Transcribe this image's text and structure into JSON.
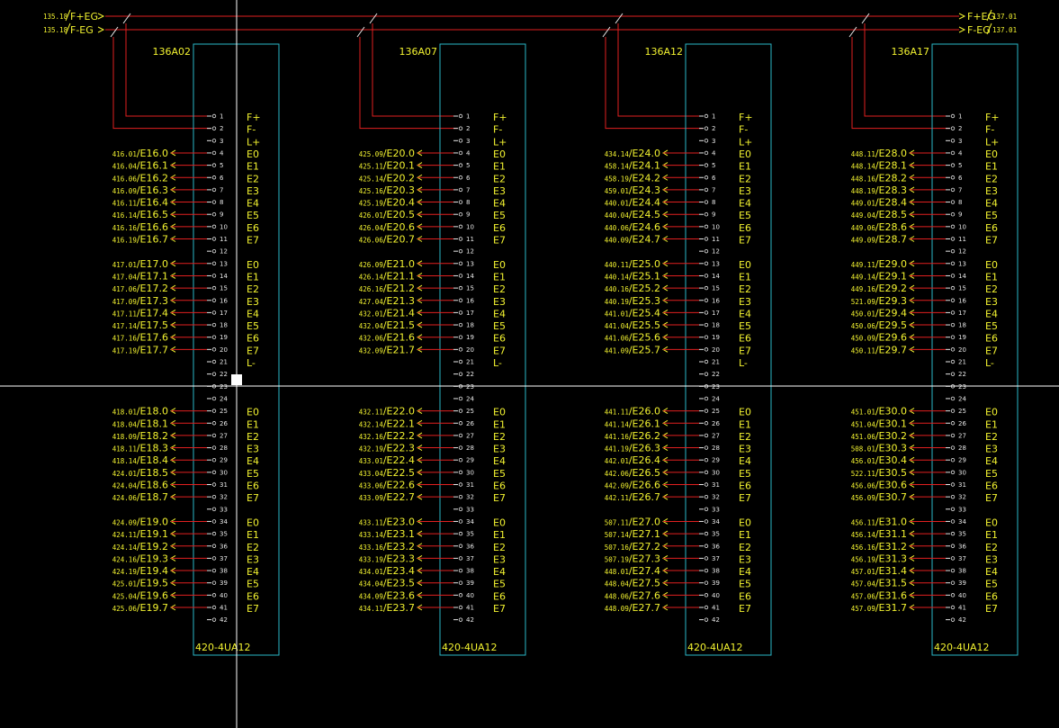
{
  "colors": {
    "background": "#000000",
    "wire_red": "#e02020",
    "label_yellow": "#f2f230",
    "module_cyan": "#2ab7c9",
    "pin_white": "#e8e8e8",
    "cursor": "#ffffff"
  },
  "bus": {
    "left": [
      {
        "ref": "135.18",
        "name": "F+EG"
      },
      {
        "ref": "135.18",
        "name": "F-EG"
      }
    ],
    "right": [
      {
        "ref": "137.01",
        "name": "F+EG"
      },
      {
        "ref": "137.01",
        "name": "F-EG"
      }
    ]
  },
  "module_type": "420-4UA12",
  "pin_functions": {
    "1": "F+",
    "2": "F-",
    "3": "L+",
    "4": "E0",
    "5": "E1",
    "6": "E2",
    "7": "E3",
    "8": "E4",
    "9": "E5",
    "10": "E6",
    "11": "E7",
    "13": "E0",
    "14": "E1",
    "15": "E2",
    "16": "E3",
    "17": "E4",
    "18": "E5",
    "19": "E6",
    "20": "E7",
    "21": "L-",
    "25": "E0",
    "26": "E1",
    "27": "E2",
    "28": "E3",
    "29": "E4",
    "30": "E5",
    "31": "E6",
    "32": "E7",
    "34": "E0",
    "35": "E1",
    "36": "E2",
    "37": "E3",
    "38": "E4",
    "39": "E5",
    "40": "E6",
    "41": "E7"
  },
  "modules": [
    {
      "id": "136A02",
      "groups": [
        {
          "pins": [
            4,
            5,
            6,
            7,
            8,
            9,
            10,
            11
          ],
          "refs": [
            "416.01",
            "416.04",
            "416.06",
            "416.09",
            "416.11",
            "416.14",
            "416.16",
            "416.19"
          ],
          "addr": [
            "E16.0",
            "E16.1",
            "E16.2",
            "E16.3",
            "E16.4",
            "E16.5",
            "E16.6",
            "E16.7"
          ]
        },
        {
          "pins": [
            13,
            14,
            15,
            16,
            17,
            18,
            19,
            20
          ],
          "refs": [
            "417.01",
            "417.04",
            "417.06",
            "417.09",
            "417.11",
            "417.14",
            "417.16",
            "417.19"
          ],
          "addr": [
            "E17.0",
            "E17.1",
            "E17.2",
            "E17.3",
            "E17.4",
            "E17.5",
            "E17.6",
            "E17.7"
          ]
        },
        {
          "pins": [
            25,
            26,
            27,
            28,
            29,
            30,
            31,
            32
          ],
          "refs": [
            "418.01",
            "418.04",
            "418.09",
            "418.11",
            "418.14",
            "424.01",
            "424.04",
            "424.06"
          ],
          "addr": [
            "E18.0",
            "E18.1",
            "E18.2",
            "E18.3",
            "E18.4",
            "E18.5",
            "E18.6",
            "E18.7"
          ]
        },
        {
          "pins": [
            34,
            35,
            36,
            37,
            38,
            39,
            40,
            41
          ],
          "refs": [
            "424.09",
            "424.11",
            "424.14",
            "424.16",
            "424.19",
            "425.01",
            "425.04",
            "425.06"
          ],
          "addr": [
            "E19.0",
            "E19.1",
            "E19.2",
            "E19.3",
            "E19.4",
            "E19.5",
            "E19.6",
            "E19.7"
          ]
        }
      ]
    },
    {
      "id": "136A07",
      "groups": [
        {
          "pins": [
            4,
            5,
            6,
            7,
            8,
            9,
            10,
            11
          ],
          "refs": [
            "425.09",
            "425.11",
            "425.14",
            "425.16",
            "425.19",
            "426.01",
            "426.04",
            "426.06"
          ],
          "addr": [
            "E20.0",
            "E20.1",
            "E20.2",
            "E20.3",
            "E20.4",
            "E20.5",
            "E20.6",
            "E20.7"
          ]
        },
        {
          "pins": [
            13,
            14,
            15,
            16,
            17,
            18,
            19,
            20
          ],
          "refs": [
            "426.09",
            "426.14",
            "426.16",
            "427.04",
            "432.01",
            "432.04",
            "432.06",
            "432.09"
          ],
          "addr": [
            "E21.0",
            "E21.1",
            "E21.2",
            "E21.3",
            "E21.4",
            "E21.5",
            "E21.6",
            "E21.7"
          ]
        },
        {
          "pins": [
            25,
            26,
            27,
            28,
            29,
            30,
            31,
            32
          ],
          "refs": [
            "432.11",
            "432.14",
            "432.16",
            "432.19",
            "433.01",
            "433.04",
            "433.06",
            "433.09"
          ],
          "addr": [
            "E22.0",
            "E22.1",
            "E22.2",
            "E22.3",
            "E22.4",
            "E22.5",
            "E22.6",
            "E22.7"
          ]
        },
        {
          "pins": [
            34,
            35,
            36,
            37,
            38,
            39,
            40,
            41
          ],
          "refs": [
            "433.11",
            "433.14",
            "433.16",
            "433.19",
            "434.01",
            "434.04",
            "434.09",
            "434.11"
          ],
          "addr": [
            "E23.0",
            "E23.1",
            "E23.2",
            "E23.3",
            "E23.4",
            "E23.5",
            "E23.6",
            "E23.7"
          ]
        }
      ]
    },
    {
      "id": "136A12",
      "groups": [
        {
          "pins": [
            4,
            5,
            6,
            7,
            8,
            9,
            10,
            11
          ],
          "refs": [
            "434.14",
            "458.14",
            "458.19",
            "459.01",
            "440.01",
            "440.04",
            "440.06",
            "440.09"
          ],
          "addr": [
            "E24.0",
            "E24.1",
            "E24.2",
            "E24.3",
            "E24.4",
            "E24.5",
            "E24.6",
            "E24.7"
          ]
        },
        {
          "pins": [
            13,
            14,
            15,
            16,
            17,
            18,
            19,
            20
          ],
          "refs": [
            "440.11",
            "440.14",
            "440.16",
            "440.19",
            "441.01",
            "441.04",
            "441.06",
            "441.09"
          ],
          "addr": [
            "E25.0",
            "E25.1",
            "E25.2",
            "E25.3",
            "E25.4",
            "E25.5",
            "E25.6",
            "E25.7"
          ]
        },
        {
          "pins": [
            25,
            26,
            27,
            28,
            29,
            30,
            31,
            32
          ],
          "refs": [
            "441.11",
            "441.14",
            "441.16",
            "441.19",
            "442.01",
            "442.06",
            "442.09",
            "442.11"
          ],
          "addr": [
            "E26.0",
            "E26.1",
            "E26.2",
            "E26.3",
            "E26.4",
            "E26.5",
            "E26.6",
            "E26.7"
          ]
        },
        {
          "pins": [
            34,
            35,
            36,
            37,
            38,
            39,
            40,
            41
          ],
          "refs": [
            "507.11",
            "507.14",
            "507.16",
            "507.19",
            "448.01",
            "448.04",
            "448.06",
            "448.09"
          ],
          "addr": [
            "E27.0",
            "E27.1",
            "E27.2",
            "E27.3",
            "E27.4",
            "E27.5",
            "E27.6",
            "E27.7"
          ]
        }
      ]
    },
    {
      "id": "136A17",
      "groups": [
        {
          "pins": [
            4,
            5,
            6,
            7,
            8,
            9,
            10,
            11
          ],
          "refs": [
            "448.11",
            "448.14",
            "448.16",
            "448.19",
            "449.01",
            "449.04",
            "449.06",
            "449.09"
          ],
          "addr": [
            "E28.0",
            "E28.1",
            "E28.2",
            "E28.3",
            "E28.4",
            "E28.5",
            "E28.6",
            "E28.7"
          ]
        },
        {
          "pins": [
            13,
            14,
            15,
            16,
            17,
            18,
            19,
            20
          ],
          "refs": [
            "449.11",
            "449.14",
            "449.16",
            "521.09",
            "450.01",
            "450.06",
            "450.09",
            "450.11"
          ],
          "addr": [
            "E29.0",
            "E29.1",
            "E29.2",
            "E29.3",
            "E29.4",
            "E29.5",
            "E29.6",
            "E29.7"
          ]
        },
        {
          "pins": [
            25,
            26,
            27,
            28,
            29,
            30,
            31,
            32
          ],
          "refs": [
            "451.01",
            "451.04",
            "451.06",
            "508.01",
            "456.01",
            "522.11",
            "456.06",
            "456.09"
          ],
          "addr": [
            "E30.0",
            "E30.1",
            "E30.2",
            "E30.3",
            "E30.4",
            "E30.5",
            "E30.6",
            "E30.7"
          ]
        },
        {
          "pins": [
            34,
            35,
            36,
            37,
            38,
            39,
            40,
            41
          ],
          "refs": [
            "456.11",
            "456.14",
            "456.16",
            "456.19",
            "457.01",
            "457.04",
            "457.06",
            "457.09"
          ],
          "addr": [
            "E31.0",
            "E31.1",
            "E31.2",
            "E31.3",
            "E31.4",
            "E31.5",
            "E31.6",
            "E31.7"
          ]
        }
      ]
    }
  ]
}
